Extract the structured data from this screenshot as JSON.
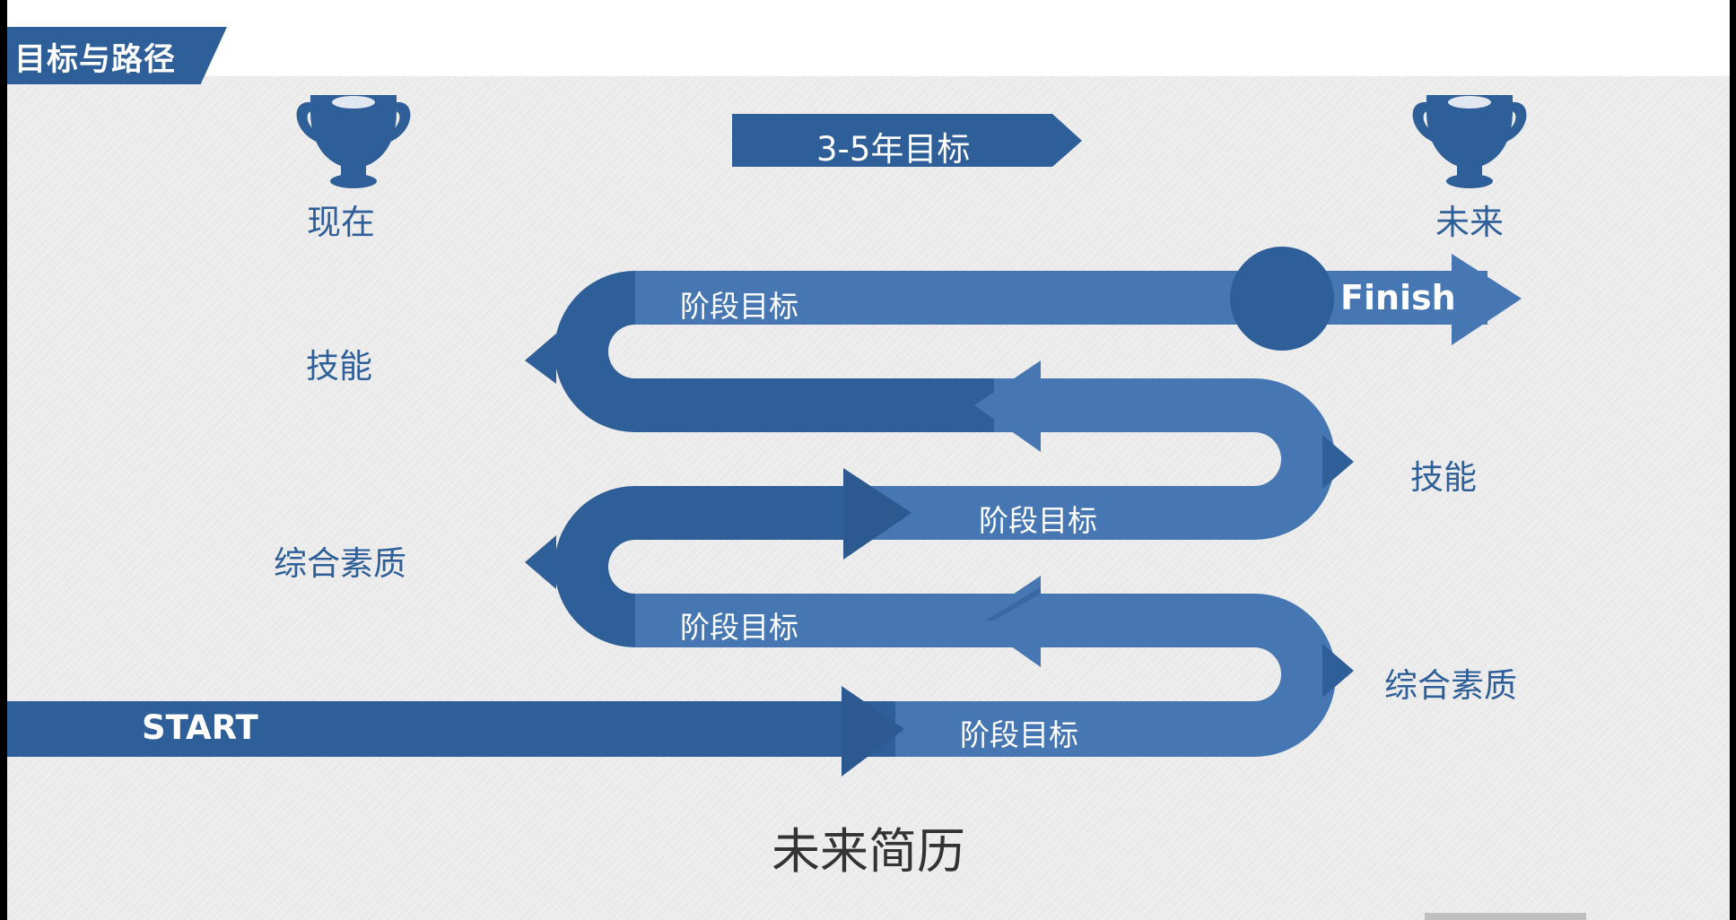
{
  "section_tag": "目标与路径",
  "header": {
    "left_label": "现在",
    "right_label": "未来",
    "goal_arrow_label": "3-5年目标"
  },
  "path": {
    "start_label": "START",
    "finish_label": "Finish",
    "stage_labels": [
      "阶段目标",
      "阶段目标",
      "阶段目标",
      "阶段目标"
    ]
  },
  "side_labels": {
    "left_upper": "技能",
    "left_lower": "综合素质",
    "right_upper": "技能",
    "right_lower": "综合素质"
  },
  "title": "未来简历",
  "colors": {
    "primary_blue": "#2f5f98",
    "path_blue": "#4677b3",
    "dark_blue": "#2b5990",
    "text_dark": "#333333"
  }
}
